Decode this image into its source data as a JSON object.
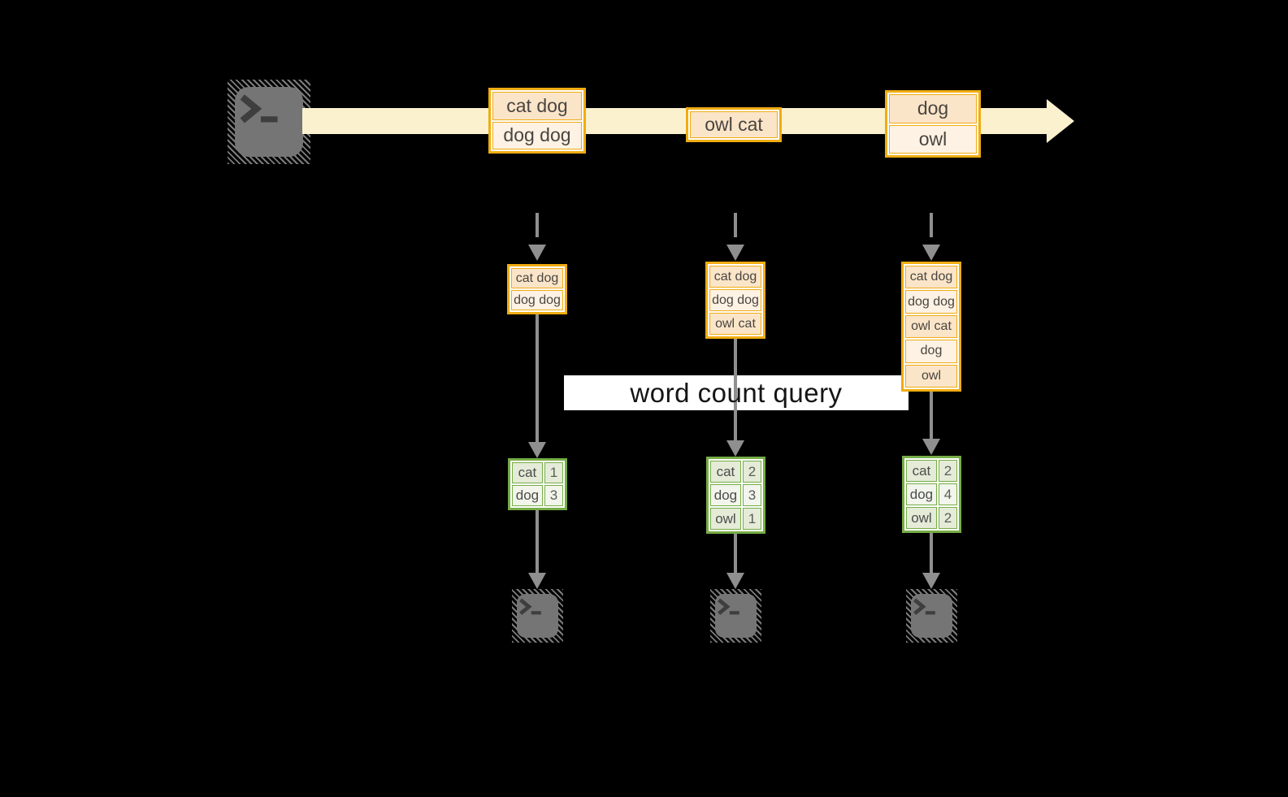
{
  "banner": {
    "label": "word count query"
  },
  "timeline": {
    "events": [
      {
        "rows": [
          "cat dog",
          "dog dog"
        ]
      },
      {
        "rows": [
          "owl cat"
        ]
      },
      {
        "rows": [
          "dog",
          "owl"
        ]
      }
    ]
  },
  "inputs": [
    {
      "rows": [
        "cat dog",
        "dog dog"
      ]
    },
    {
      "rows": [
        "cat dog",
        "dog dog",
        "owl cat"
      ]
    },
    {
      "rows": [
        "cat dog",
        "dog dog",
        "owl cat",
        "dog",
        "owl"
      ]
    }
  ],
  "results": [
    {
      "rows": [
        {
          "word": "cat",
          "count": "1"
        },
        {
          "word": "dog",
          "count": "3"
        }
      ]
    },
    {
      "rows": [
        {
          "word": "cat",
          "count": "2"
        },
        {
          "word": "dog",
          "count": "3"
        },
        {
          "word": "owl",
          "count": "1"
        }
      ]
    },
    {
      "rows": [
        {
          "word": "cat",
          "count": "2"
        },
        {
          "word": "dog",
          "count": "4"
        },
        {
          "word": "owl",
          "count": "2"
        }
      ]
    }
  ],
  "icons": {
    "source": "terminal-icon",
    "outputs": [
      "terminal-icon",
      "terminal-icon",
      "terminal-icon"
    ]
  },
  "colors": {
    "background": "#000000",
    "timeline_band": "#fbf1cf",
    "orange_border": "#f0ac12",
    "peach_fill": "#fbe5c9",
    "cream_fill": "#fdf2e3",
    "green_border": "#76ad47",
    "sage_fill": "#e4ebd7",
    "sage_light_fill": "#f2f5eb",
    "arrow_gray": "#8f8f8f",
    "terminal_gray": "#757575"
  }
}
